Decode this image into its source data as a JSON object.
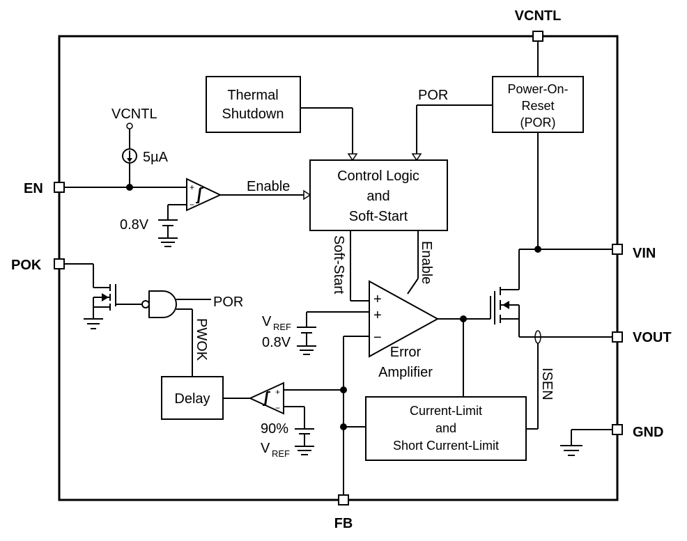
{
  "pins": {
    "vcntl": "VCNTL",
    "en": "EN",
    "pok": "POK",
    "vin": "VIN",
    "vout": "VOUT",
    "gnd": "GND",
    "fb": "FB"
  },
  "blocks": {
    "thermal": [
      "Thermal",
      "Shutdown"
    ],
    "por": [
      "Power-On-",
      "Reset",
      "(POR)"
    ],
    "control": [
      "Control Logic",
      "and",
      "Soft-Start"
    ],
    "delay": "Delay",
    "current_limit": [
      "Current-Limit",
      "and",
      "Short Current-Limit"
    ]
  },
  "labels": {
    "vcntl_internal": "VCNTL",
    "current_source": "5µA",
    "en_ref": "0.8V",
    "enable_signal": "Enable",
    "por_signal": "POR",
    "soft_start_signal": "Soft-Start",
    "enable_vertical": "Enable",
    "vref_main": "V",
    "vref_sub": "REF",
    "vref_val": "0.8V",
    "error_amp": [
      "Error",
      "Amplifier"
    ],
    "por_gate_input": "POR",
    "pwok": "PWOK",
    "pct": "90%",
    "isen": "ISEN",
    "plus": "+",
    "minus": "−"
  }
}
